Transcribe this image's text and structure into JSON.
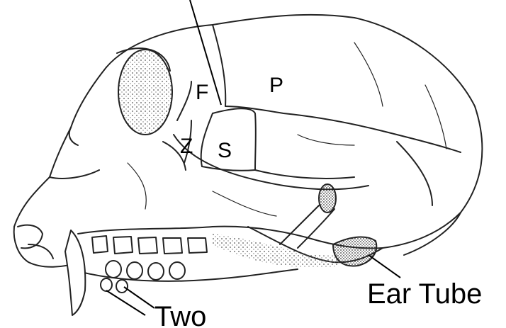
{
  "diagram": {
    "subject": "skull-lateral-view",
    "labels": {
      "frontal": "F",
      "parietal": "P",
      "sphenoid": "S",
      "zygomatic": "Z",
      "ear_tube": "Ear Tube",
      "two": "Two"
    }
  }
}
